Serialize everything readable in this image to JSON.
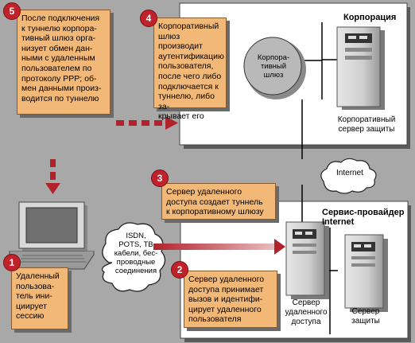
{
  "corporation": {
    "title": "Корпорация",
    "gateway_label": "Корпора-\nтивный\nшлюз",
    "server_label": "Корпоративный\nсервер защиты"
  },
  "isp": {
    "title": "Сервис-провайдер\nInternet",
    "access_server_label": "Сервер\nудаленного\nдоступа",
    "security_server_label": "Сервер\nзащиты"
  },
  "internet_cloud": "Internet",
  "media_cloud": "ISDN,\nPOTS, ТВ\nкабели, бес-\nпроводные\nсоединения",
  "steps": [
    {
      "number": "1",
      "text": "Удаленный\nпользова-\nтель ини-\nциирует\nсессию"
    },
    {
      "number": "2",
      "text": "Сервер удаленного\nдоступа принимает\nвызов и идентифи-\nцирует удаленного\nпользователя"
    },
    {
      "number": "3",
      "text": "Сервер удаленного\nдоступа создает туннель\nк корпоративному шлюзу"
    },
    {
      "number": "4",
      "text": "Корпоративный\nшлюз производит\nаутентификацию\nпользователя,\nпосле чего либо\nподключается к\nтуннелю, либо за-\nкрывает его"
    },
    {
      "number": "5",
      "text": "После подключения\nк туннелю корпора-\nтивный шлюз орга-\nнизует обмен дан-\nными с удаленным\nпользователем по\nпротоколу PPP; об-\nмен данными произ-\nводится по туннелю"
    }
  ],
  "colors": {
    "background": "#a8a8a8",
    "panel": "#ffffff",
    "note_fill": "#f2b877",
    "badge": "#c0222b",
    "arrow": "#b2222b",
    "gateway": "#b7b7b7"
  }
}
